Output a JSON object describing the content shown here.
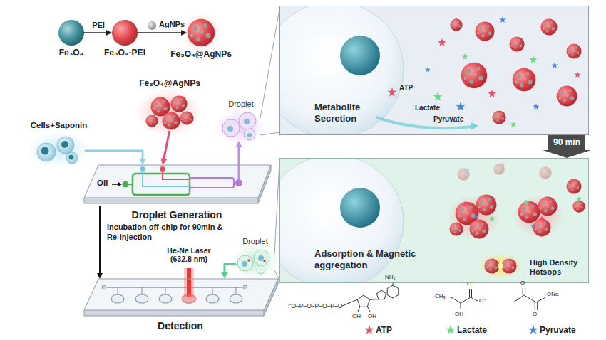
{
  "diagram": {
    "nodes": [
      {
        "text": [
          "Fe₃O₄"
        ]
      },
      {
        "text": [
          "Fe₃O₄-PEI"
        ]
      },
      {
        "text": [
          "Fe₃O₄@AgNPs"
        ]
      },
      {
        "text": [
          "Cells+Saponin"
        ]
      },
      {
        "text": [
          "Fe₃O₄@AgNPs"
        ]
      },
      {
        "text": [
          "Droplet Generation"
        ]
      },
      {
        "text": [
          "Droplet"
        ]
      },
      {
        "text": [
          "Detection"
        ]
      },
      {
        "text": [
          "Droplet"
        ]
      },
      {
        "text": [
          "Metabolite Secretion"
        ]
      },
      {
        "text": [
          "Adsorption & Magnetic aggregation",
          "High Density Hotsops"
        ]
      }
    ],
    "edges": [
      {
        "from": 0,
        "to": 1,
        "label": "PEI",
        "arrow": "to"
      },
      {
        "from": 1,
        "to": 2,
        "label": "AgNPs",
        "arrow": "to"
      },
      {
        "from": 3,
        "to": 5,
        "arrow": "to"
      },
      {
        "from": 4,
        "to": 5,
        "arrow": "to"
      },
      {
        "from": 5,
        "to": 6,
        "arrow": "to"
      },
      {
        "from": 5,
        "to": 7,
        "label": "Incubation off-chip for 90min & Re-injection",
        "arrow": "to"
      },
      {
        "from": 8,
        "to": 7,
        "arrow": "to"
      },
      {
        "from": 6,
        "to": 9,
        "arrow": "none"
      },
      {
        "from": 8,
        "to": 10,
        "arrow": "none"
      },
      {
        "from": 9,
        "to": 10,
        "label": "90 min",
        "arrow": "to"
      }
    ],
    "labels": [
      "Oil",
      "He-Ne Laser (632.8 nm)",
      "ATP",
      "Lactate",
      "Pyruvate",
      "⁻O–P–O–P–O–P–O",
      "NH₂",
      "OH",
      "OH",
      "CH₃",
      "O",
      "OH",
      "O⁻",
      "O",
      "O",
      "ONa"
    ],
    "legend": [
      {
        "text": "ATP"
      },
      {
        "text": "Lactate"
      },
      {
        "text": "Pyruvate"
      }
    ]
  }
}
